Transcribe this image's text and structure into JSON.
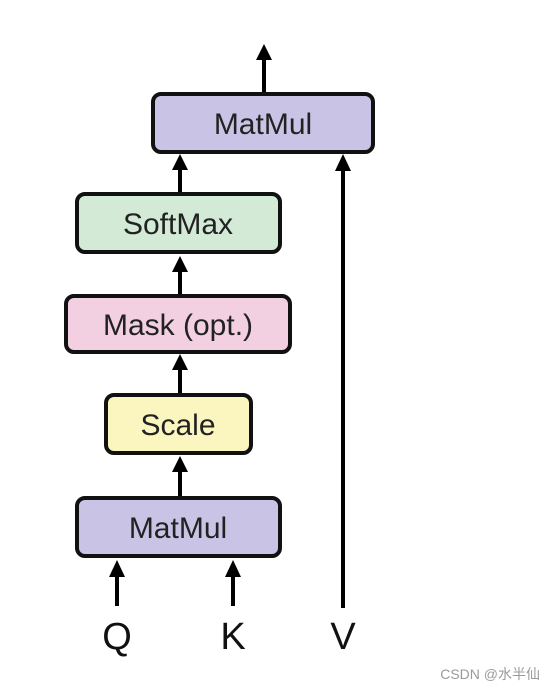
{
  "blocks": {
    "matmul_top": {
      "label": "MatMul",
      "fill": "#c9c3e6"
    },
    "softmax": {
      "label": "SoftMax",
      "fill": "#d3ead7"
    },
    "mask": {
      "label": "Mask (opt.)",
      "fill": "#f2cfe1"
    },
    "scale": {
      "label": "Scale",
      "fill": "#fbf5c0"
    },
    "matmul_bottom": {
      "label": "MatMul",
      "fill": "#c9c3e6"
    }
  },
  "inputs": {
    "q": "Q",
    "k": "K",
    "v": "V"
  },
  "watermark": "CSDN @水半仙",
  "colors": {
    "stroke": "#111111",
    "arrow": "#000000"
  }
}
